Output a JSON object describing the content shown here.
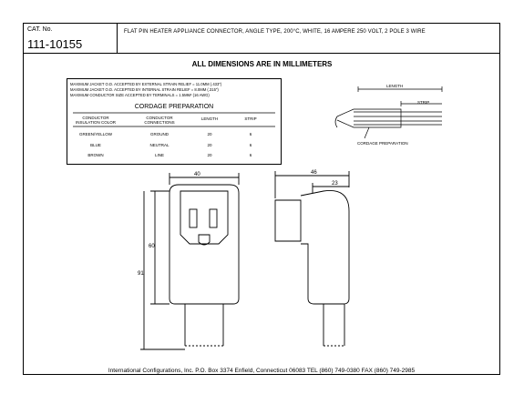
{
  "header": {
    "cat_label": "CAT. No.",
    "cat_number": "111-10155",
    "title": "FLAT PIN HEATER APPLIANCE CONNECTOR, ANGLE TYPE, 200°C, WHITE, 16 AMPERE 250 VOLT, 2 POLE 3 WIRE"
  },
  "dimension_note": "ALL DIMENSIONS ARE IN MILLIMETERS",
  "cordage": {
    "notes": [
      "MAXIMUM JACKET O.D. ACCEPTED BY EXTERNAL STRAIN RELIEF = 11.0MM (.433\")",
      "MAXIMUM JACKET O.D. ACCEPTED BY INTERNAL STRAIN RELIEF = 8.0MM (.315\")",
      "MAXIMUM CONDUCTOR SIZE ACCEPTED BY TERMINALS = 1.5MM² (16 AWG)"
    ],
    "title": "CORDAGE PREPARATION",
    "columns": [
      "CONDUCTOR INSULATION COLOR",
      "CONDUCTOR CONNECTIONS",
      "LENGTH",
      "STRIP"
    ],
    "rows": [
      [
        "GREEN/YELLOW",
        "GROUND",
        "20",
        "6"
      ],
      [
        "BLUE",
        "NEUTRAL",
        "20",
        "6"
      ],
      [
        "BROWN",
        "LINE",
        "20",
        "6"
      ]
    ]
  },
  "cord_diagram": {
    "length_label": "LENGTH",
    "strip_label": "STRIP",
    "caption": "CORDAGE PREPARATION"
  },
  "dimensions": {
    "front_width": "40",
    "front_height_body": "60",
    "front_height_total": "91",
    "side_width": "46",
    "side_inner": "23"
  },
  "footer": "International Configurations, Inc.  P.O. Box 3374  Enfield, Connecticut 06083  TEL (860) 749-0380  FAX (860) 749-2985"
}
